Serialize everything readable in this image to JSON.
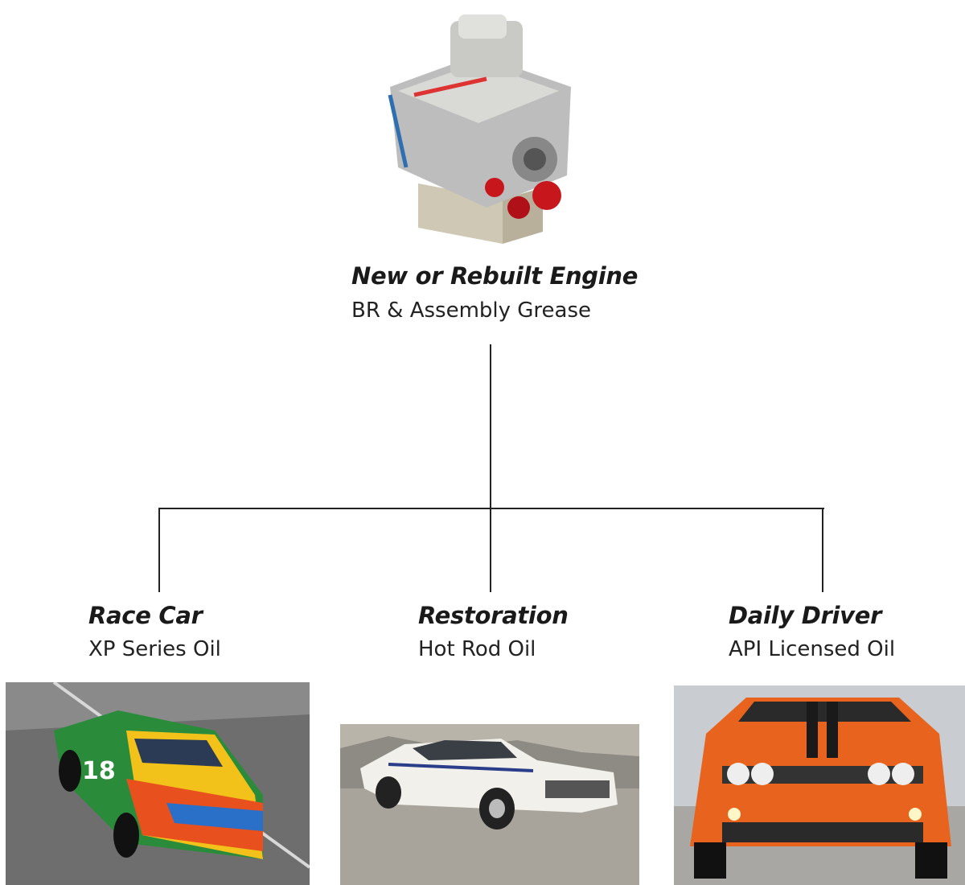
{
  "root": {
    "title": "New or Rebuilt Engine",
    "subtitle": "BR & Assembly Grease",
    "image": "engine-photo"
  },
  "children": [
    {
      "title": "Race Car",
      "subtitle": "XP Series Oil",
      "image": "race-car-photo"
    },
    {
      "title": "Restoration",
      "subtitle": "Hot Rod Oil",
      "image": "classic-car-photo"
    },
    {
      "title": "Daily Driver",
      "subtitle": "API Licensed Oil",
      "image": "muscle-car-photo"
    }
  ],
  "colors": {
    "line": "#222222",
    "race_track": "#6e6e6e",
    "orange_car": "#e8641e",
    "white_car": "#f2f0ea"
  }
}
